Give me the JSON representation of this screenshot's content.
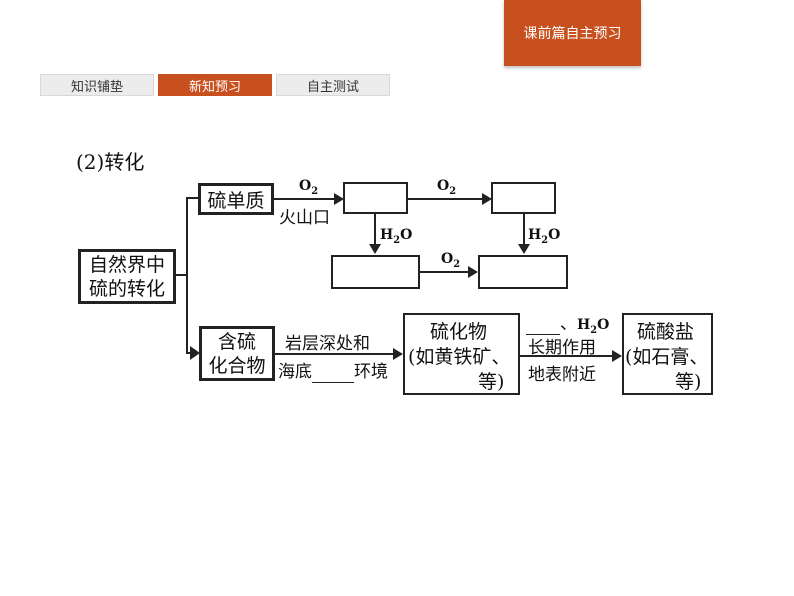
{
  "header": {
    "section_tag": "课前篇自主预习"
  },
  "tabs": [
    {
      "label": "知识铺垫",
      "active": false
    },
    {
      "label": "新知预习",
      "active": true
    },
    {
      "label": "自主测试",
      "active": false
    }
  ],
  "diagram": {
    "heading": "(2)转化",
    "root": {
      "line1": "自然界中",
      "line2": "硫的转化"
    },
    "sulfur_element": "硫单质",
    "o2_label": "O",
    "o2_sub": "2",
    "volcano": "火山口",
    "h2o_h": "H",
    "h2o_sub": "2",
    "h2o_o": "O",
    "compound": {
      "line1": "含硫",
      "line2": "化合物"
    },
    "condition1": {
      "line1": "岩层深处和",
      "line2_pre": "海底",
      "line2_post": "环境"
    },
    "sulfide": {
      "line1": "硫化物",
      "line2": "(如黄铁矿、",
      "line3_post": "等)"
    },
    "condition2": {
      "line1_post": "、",
      "line2": "长期作用",
      "line3": "地表附近"
    },
    "sulfate": {
      "line1": "硫酸盐",
      "line2": "(如石膏、",
      "line3_post": "等)"
    }
  }
}
